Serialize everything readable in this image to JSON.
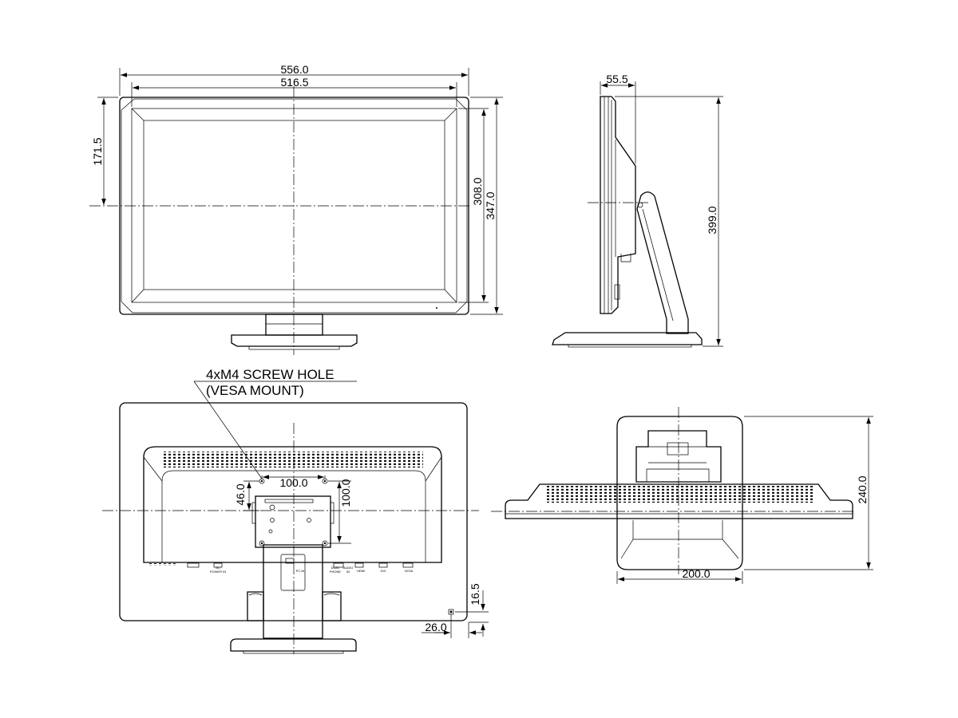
{
  "front_view": {
    "overall_width": "556.0",
    "panel_width": "516.5",
    "center_height": "171.5",
    "panel_height": "308.0",
    "overall_height": "347.0"
  },
  "side_view": {
    "depth": "55.5",
    "total_height": "399.0"
  },
  "rear_view": {
    "note_line1": "4xM4 SCREW HOLE",
    "note_line2": "(VESA MOUNT)",
    "vesa_horizontal": "100.0",
    "vesa_vertical": "100.0",
    "vesa_offset": "46.0",
    "lock_height": "16.5",
    "lock_offset": "26.0",
    "ports": [
      "AC",
      "POWER IN",
      "PC IN",
      "DUAL",
      "PHONE",
      "AUDIO",
      "IN",
      "HDMI",
      "DVI",
      "VESA"
    ]
  },
  "top_view": {
    "base_width": "200.0",
    "base_depth": "240.0"
  }
}
